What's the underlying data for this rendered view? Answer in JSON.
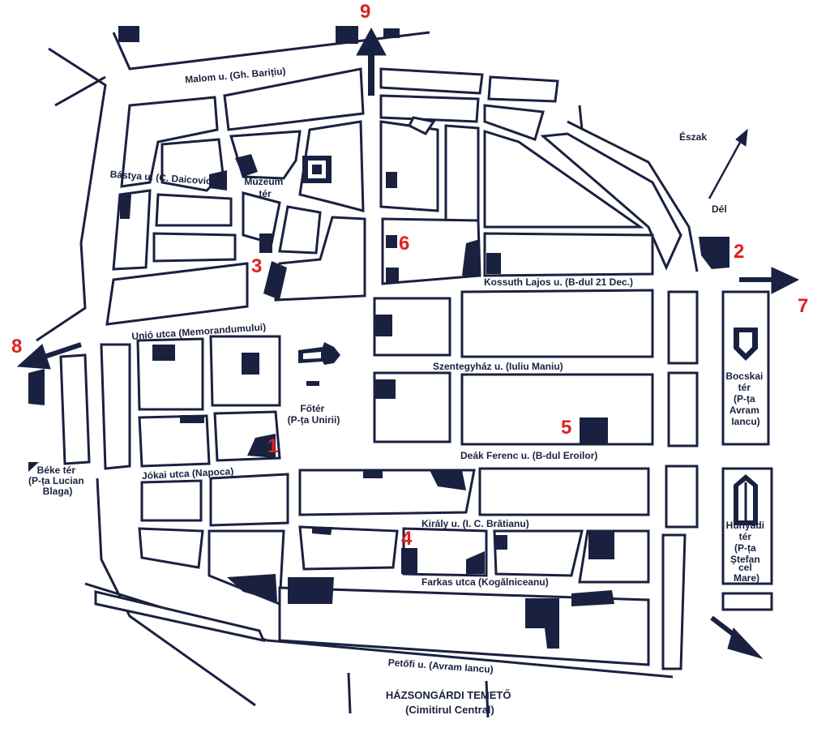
{
  "streets": {
    "malom": "Malom u. (Gh. Barițiu)",
    "bastya": "Bástya u. (C. Daicoviciu)",
    "unio": "Unió utca (Memorandumului)",
    "kossuth": "Kossuth Lajos u. (B-dul 21 Dec.)",
    "szentegyhaz": "Szentegyház u. (Iuliu Maniu)",
    "deak": "Deák Ferenc u. (B-dul Eroilor)",
    "jokai": "Jókai utca (Napoca)",
    "kiraly": "Király u. (I. C. Brătianu)",
    "farkas": "Farkas utca (Kogălniceanu)",
    "petofi": "Petőfi u. (Avram Iancu)"
  },
  "squares": {
    "muzeum": [
      "Múzeum",
      "tér"
    ],
    "foter": [
      "Főtér",
      "(P-ța Unirii)"
    ],
    "beke": [
      "Béke tér",
      "(P-ța Lucian",
      "Blaga)"
    ],
    "bocskai": [
      "Bocskai",
      "tér",
      "(P-ța",
      "Avram",
      "Iancu)"
    ],
    "hunyadi": [
      "Hunyadi",
      "tér",
      "(P-ța",
      "Ștefan",
      "cel",
      "Mare)"
    ]
  },
  "cemetery": [
    "HÁZSONGÁRDI TEMETŐ",
    "(Cimitirul Central)"
  ],
  "compass": {
    "north": "Észak",
    "south": "Dél"
  },
  "markers": [
    "1",
    "2",
    "3",
    "4",
    "5",
    "6",
    "7",
    "8",
    "9"
  ],
  "colors": {
    "ink": "#1a2140",
    "marker": "#e02020"
  }
}
